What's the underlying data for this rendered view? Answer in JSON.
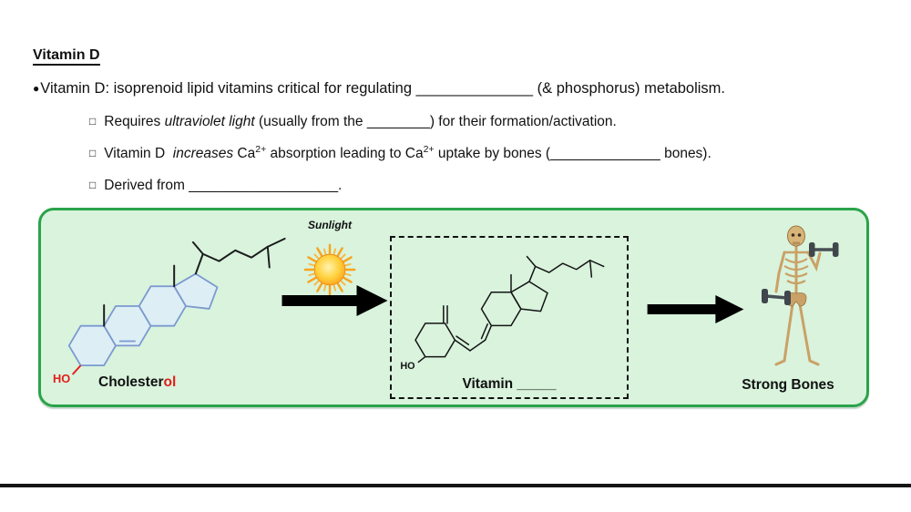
{
  "title": "Vitamin D",
  "bullets": {
    "marker_main": "●",
    "marker_sub": "□",
    "main": "Vitamin D: isoprenoid lipid vitamins critical for regulating ______________ (& phosphorus) metabolism.",
    "sub1": {
      "pre": "Requires ",
      "em": "ultraviolet light",
      "post": " (usually from the ________) for their formation/activation."
    },
    "sub2": {
      "pre": "Vitamin D ",
      "em": "increases",
      "t1": " Ca",
      "sup1": "2+",
      "t2": " absorption leading to Ca",
      "sup2": "2+",
      "t3": " uptake by bones (______________ bones)."
    },
    "sub3": {
      "text": "Derived from ___________________."
    }
  },
  "diagram": {
    "sunlight": "Sunlight",
    "cholesterol_ho": "HO",
    "cholesterol_label_black": "Cholester",
    "cholesterol_label_red": "ol",
    "vitamin_ho": "HO",
    "vitamin_label": "Vitamin _____",
    "strong_bones": "Strong Bones"
  },
  "colors": {
    "box_border": "#2aa34a",
    "box_fill": "#d9f3dd",
    "accent_red": "#e31e1a",
    "ring_stroke": "#7b99cf",
    "ring_fill": "#ddecf9",
    "sun_core": "#ffd23e",
    "sun_ray": "#f7a41c",
    "arrow": "#000000",
    "bone": "#caa166",
    "dumbbell": "#474f55"
  }
}
